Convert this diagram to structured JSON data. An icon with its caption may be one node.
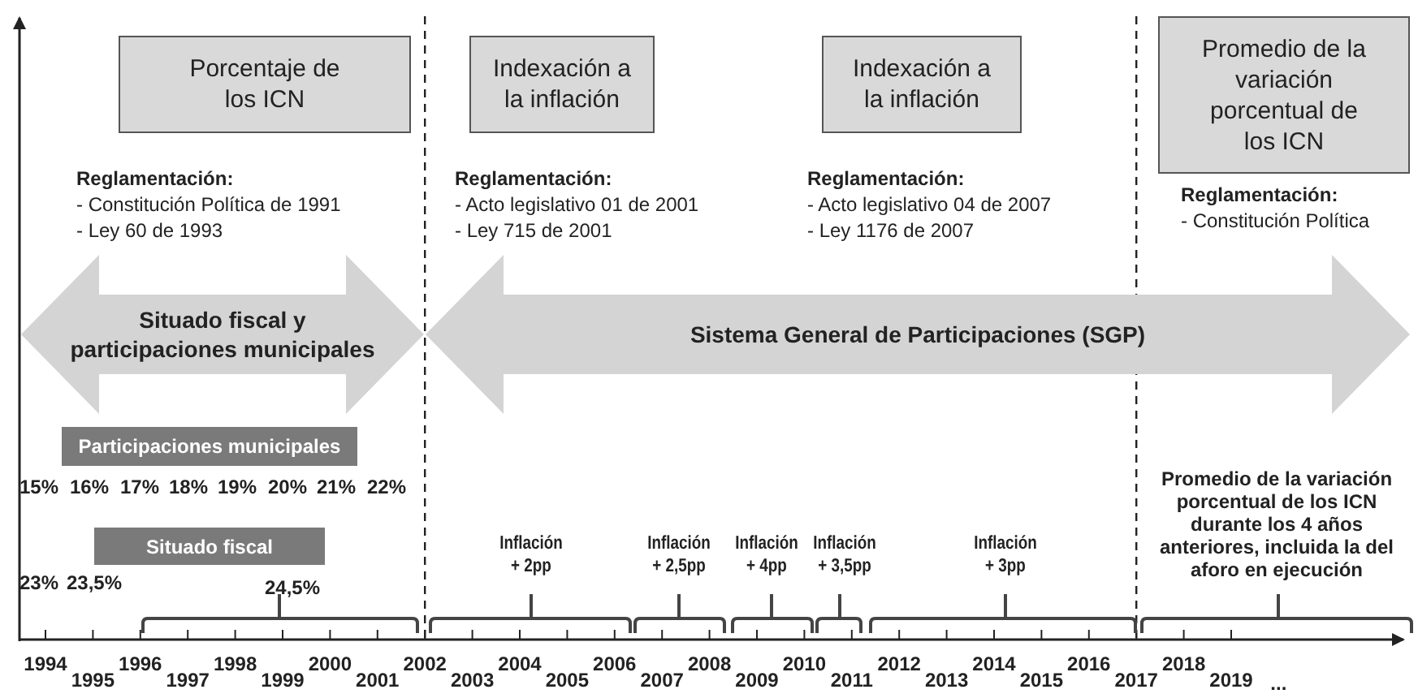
{
  "diagram": {
    "nodes": [
      {
        "text": [
          "Porcentaje de los ICN"
        ]
      },
      {
        "text": [
          "Indexación a la inflación"
        ]
      },
      {
        "text": [
          "Indexación a la inflación"
        ]
      },
      {
        "text": [
          "Promedio de la variación porcentual de los ICN"
        ]
      },
      {
        "text": [
          "Situado fiscal y participaciones municipales"
        ]
      },
      {
        "text": [
          "Sistema General de Participaciones (SGP)"
        ]
      },
      {
        "text": [
          "Participaciones municipales"
        ]
      },
      {
        "text": [
          "Situado fiscal"
        ]
      }
    ],
    "labels": [
      "Reglamentación:",
      "- Constitución Política de 1991",
      "- Ley 60 de 1993",
      "Reglamentación:",
      "- Acto legislativo 01 de 2001",
      "- Ley 715 de 2001",
      "Reglamentación:",
      "- Acto legislativo 04 de 2007",
      "- Ley 1176 de 2007",
      "Reglamentación:",
      "- Constitución Política",
      "15%",
      "16%",
      "17%",
      "18%",
      "19%",
      "20%",
      "21%",
      "22%",
      "23%",
      "23,5%",
      "24,5%",
      "Inflación + 2pp",
      "Inflación + 2,5pp",
      "Inflación + 4pp",
      "Inflación + 3,5pp",
      "Inflación + 3pp",
      "Promedio de la variación porcentual de los ICN durante los 4 años anteriores, incluida la del aforo en ejecución",
      "1994",
      "1995",
      "1996",
      "1997",
      "1998",
      "1999",
      "2000",
      "2001",
      "2002",
      "2003",
      "2004",
      "2005",
      "2006",
      "2007",
      "2008",
      "2009",
      "2010",
      "2011",
      "2012",
      "2013",
      "2014",
      "2015",
      "2016",
      "2017",
      "2018",
      "2019",
      "..."
    ]
  }
}
